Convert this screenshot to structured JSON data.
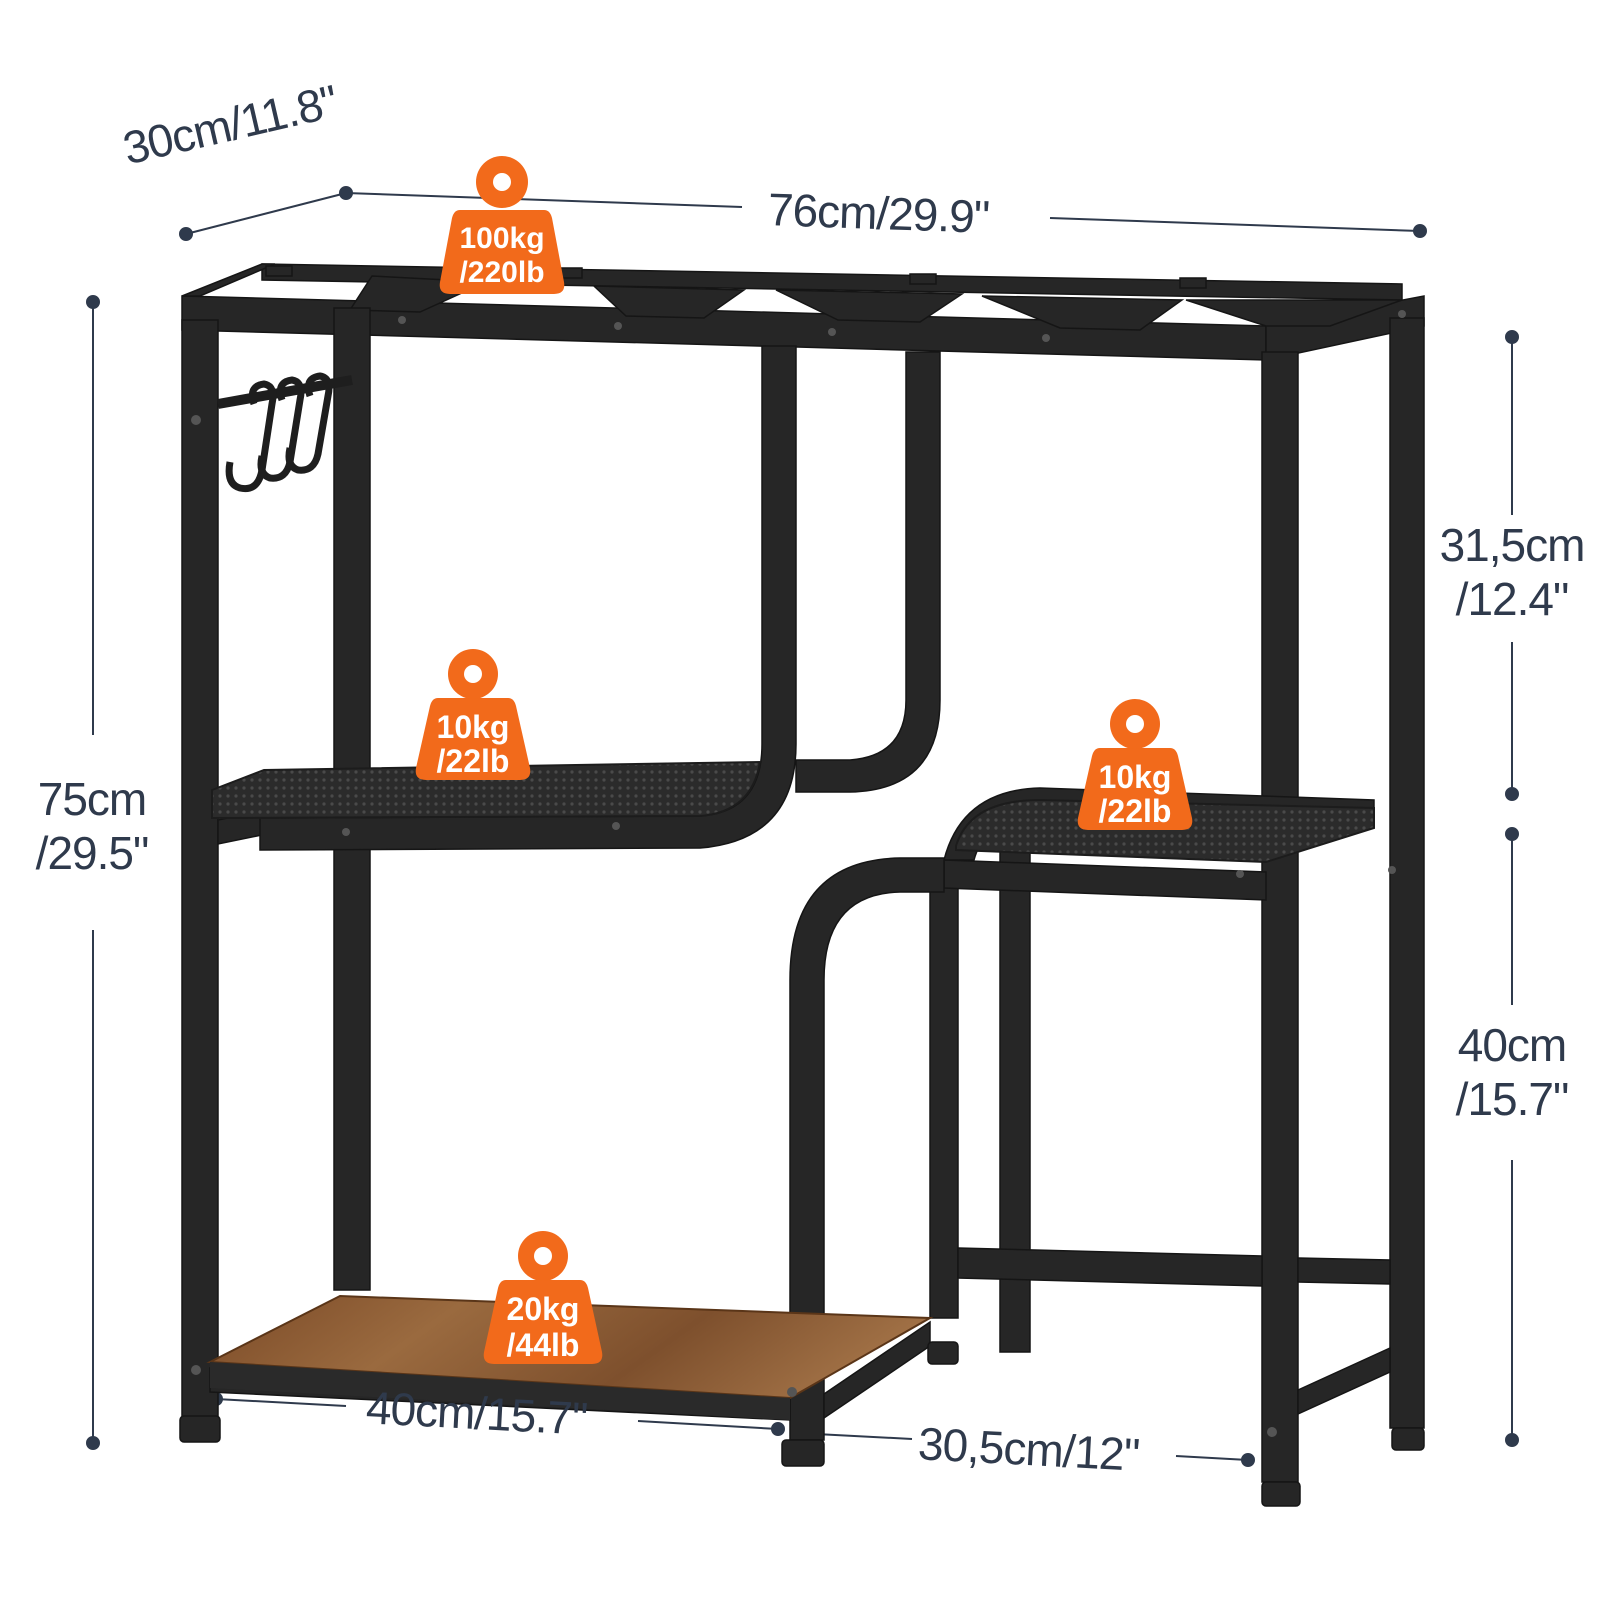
{
  "dimensions": {
    "depth_top": "30cm/11.8\"",
    "width_top": "76cm/29.9\"",
    "height_total_line1": "75cm",
    "height_total_line2": "/29.5\"",
    "upper_right_line1": "31,5cm",
    "upper_right_line2": "/12.4\"",
    "lower_right_line1": "40cm",
    "lower_right_line2": "/15.7\"",
    "bottom_left": "40cm/15.7\"",
    "bottom_right": "30,5cm/12\""
  },
  "load_badges": {
    "top": {
      "line1": "100kg",
      "line2": "/220lb"
    },
    "middle_left": {
      "line1": "10kg",
      "line2": "/22lb"
    },
    "middle_right": {
      "line1": "10kg",
      "line2": "/22lb"
    },
    "bottom": {
      "line1": "20kg",
      "line2": "/44lb"
    }
  },
  "colors": {
    "frame": "#262626",
    "frame_highlight": "#3c3c3c",
    "badge": "#f26a1b",
    "dimension_line": "#2f3a4c",
    "wood": "#8a5a33"
  }
}
